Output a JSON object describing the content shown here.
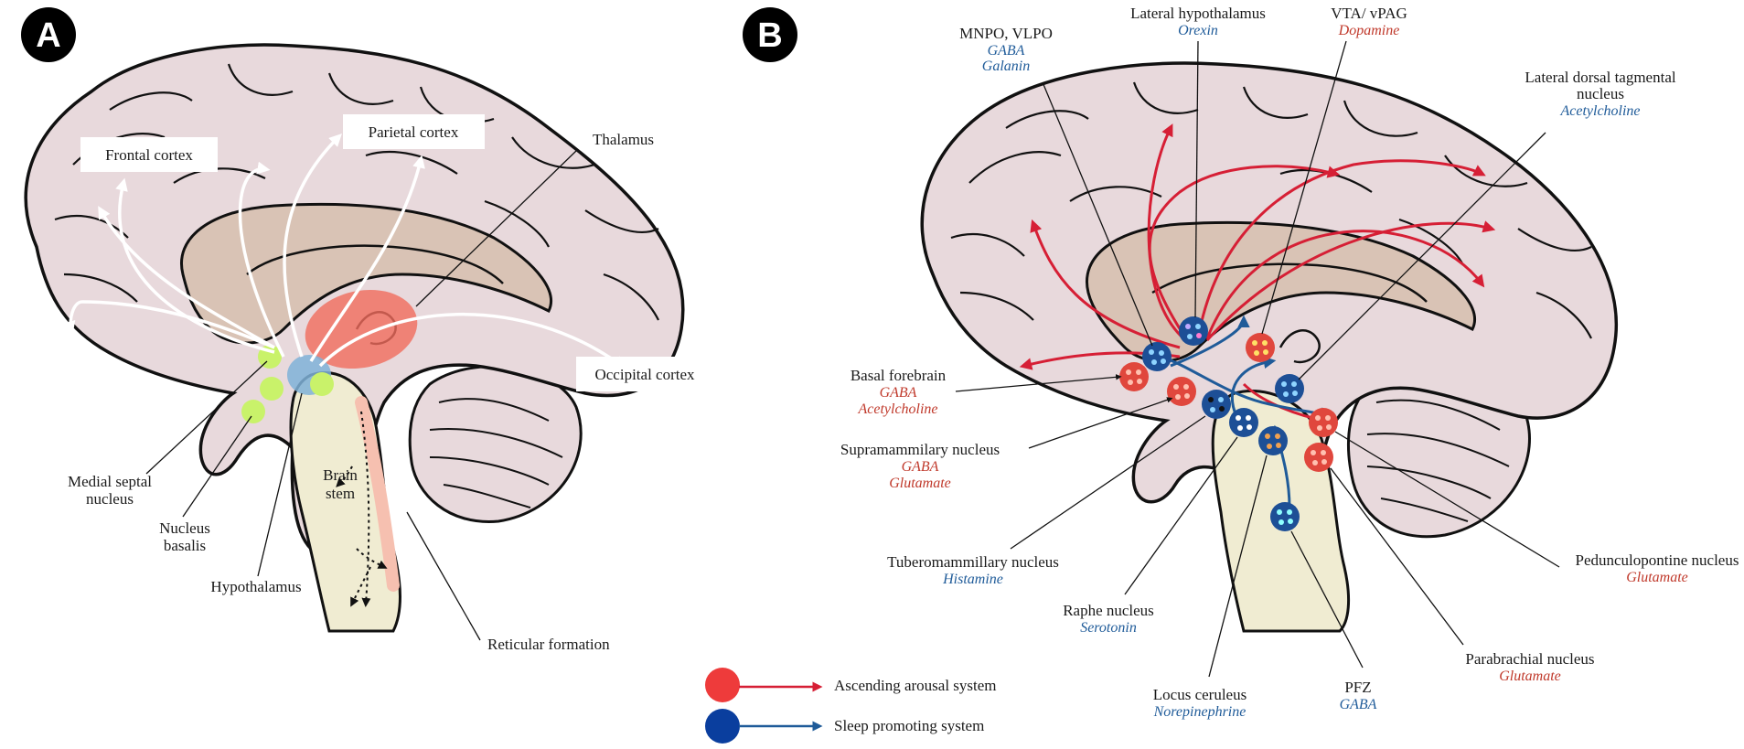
{
  "panels": {
    "a": {
      "letter": "A",
      "labels": {
        "frontal": "Frontal cortex",
        "parietal": "Parietal cortex",
        "thalamus": "Thalamus",
        "occipital": "Occipital  cortex",
        "medial_septal_1": "Medial septal",
        "medial_septal_2": "nucleus",
        "nucleus_basalis_1": "Nucleus",
        "nucleus_basalis_2": "basalis",
        "hypothalamus": "Hypothalamus",
        "brain_stem_1": "Brain",
        "brain_stem_2": "stem",
        "reticular": "Reticular formation"
      }
    },
    "b": {
      "letter": "B",
      "nuclei": {
        "mnpo": {
          "name": "MNPO, VLPO",
          "t1": "GABA",
          "t2": "Galanin"
        },
        "lat_hypo": {
          "name": "Lateral hypothalamus",
          "t1": "Orexin"
        },
        "vta": {
          "name": "VTA/ vPAG",
          "t1": "Dopamine"
        },
        "ldt": {
          "name1": "Lateral dorsal tagmental",
          "name2": "nucleus",
          "t1": "Acetylcholine"
        },
        "basal_forebrain": {
          "name": "Basal forebrain",
          "t1": "GABA",
          "t2": "Acetylcholine"
        },
        "supramammilary": {
          "name": "Supramammilary nucleus",
          "t1": "GABA",
          "t2": "Glutamate"
        },
        "tuberomammillary": {
          "name": "Tuberomammillary nucleus",
          "t1": "Histamine"
        },
        "raphe": {
          "name": "Raphe nucleus",
          "t1": "Serotonin"
        },
        "locus": {
          "name": "Locus ceruleus",
          "t1": "Norepinephrine"
        },
        "pfz": {
          "name": "PFZ",
          "t1": "GABA"
        },
        "parabrachial": {
          "name": "Parabrachial nucleus",
          "t1": "Glutamate"
        },
        "pedunculopontine": {
          "name": "Pedunculopontine nucleus",
          "t1": "Glutamate"
        }
      }
    }
  },
  "legend": {
    "arousal": "Ascending arousal system",
    "sleep": "Sleep promoting system"
  },
  "colors": {
    "brain_fill": "#e8d9dc",
    "inner_fill": "#d9c3b5",
    "stem_fill": "#f0ecd2",
    "arousal_red": "#d61f35",
    "sleep_blue": "#1f5b99",
    "node_red": "#e0473d",
    "node_blue": "#1d4f96",
    "green_nucleus": "#c9f26a",
    "thalamus_red": "#f06b5d"
  }
}
